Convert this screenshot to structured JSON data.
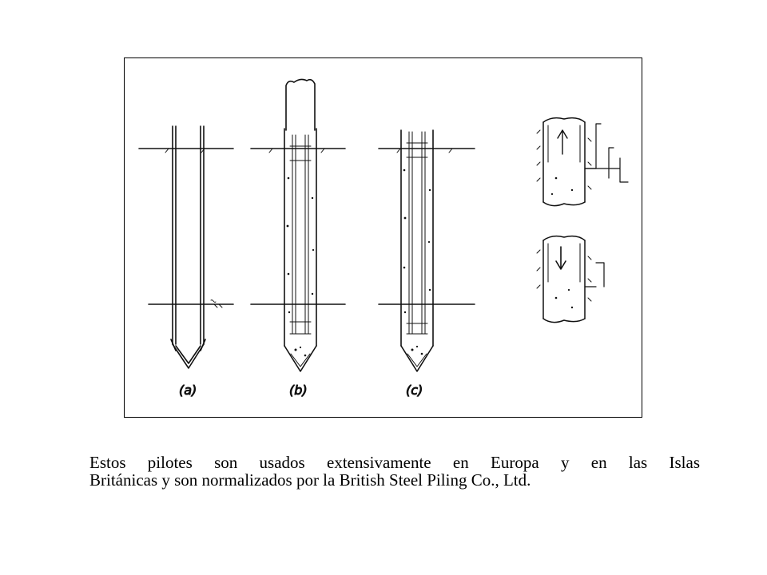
{
  "figure": {
    "labels": [
      "(a)",
      "(b)",
      "(c)"
    ]
  },
  "caption": {
    "line1": "Estos pilotes son usados extensivamente en Europa y en las Islas",
    "line2": "Británicas y son normalizados por la British Steel Piling Co., Ltd."
  }
}
